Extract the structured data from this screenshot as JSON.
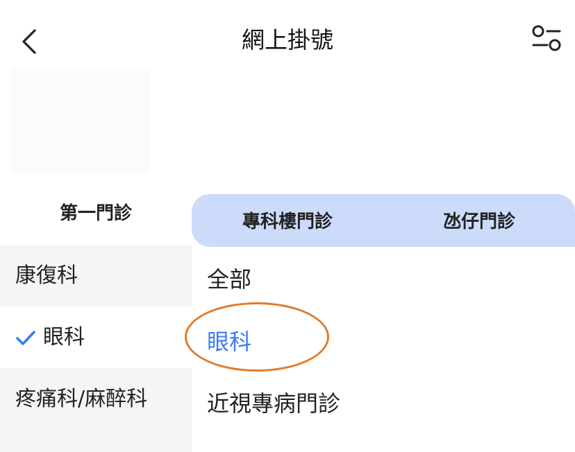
{
  "header": {
    "title": "網上掛號",
    "back_icon": "chevron-left-icon",
    "filter_icon": "filter-settings-icon"
  },
  "left_panel": {
    "header": "第一門診",
    "items": [
      {
        "label": "康復科",
        "selected": false
      },
      {
        "label": "眼科",
        "selected": true
      },
      {
        "label": "疼痛科/麻醉科",
        "selected": false
      }
    ]
  },
  "right_panel": {
    "tabs": [
      {
        "label": "專科樓門診"
      },
      {
        "label": "氹仔門診"
      }
    ],
    "items": [
      {
        "label": "全部",
        "selected": false
      },
      {
        "label": "眼科",
        "selected": true
      },
      {
        "label": "近視專病門診",
        "selected": false
      }
    ]
  },
  "colors": {
    "accent": "#3b7bf0",
    "tab_bar_bg": "#ccdbfa",
    "left_panel_bg": "#f4f5f7",
    "highlight_ring": "#e27a28"
  }
}
